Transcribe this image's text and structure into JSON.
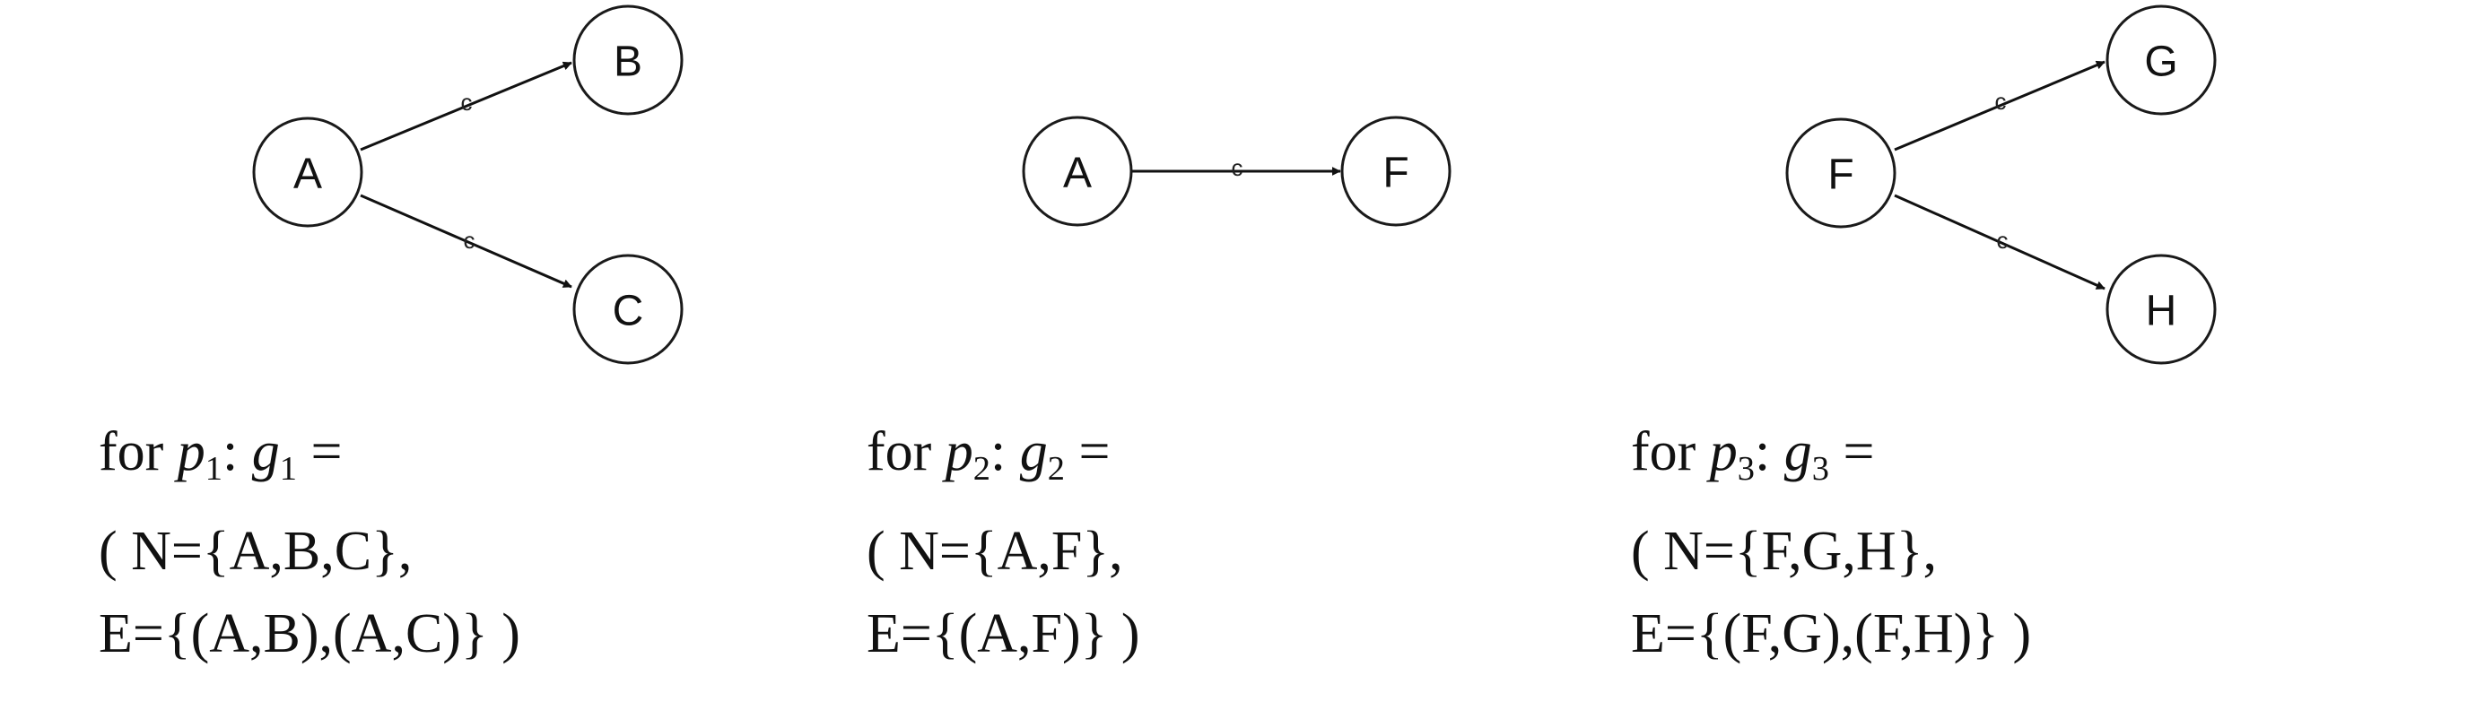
{
  "panels": [
    {
      "nodes": [
        {
          "id": "A",
          "label": "A"
        },
        {
          "id": "B",
          "label": "B"
        },
        {
          "id": "C",
          "label": "C"
        }
      ],
      "edges": [
        {
          "from": "A",
          "to": "B",
          "mark": "c"
        },
        {
          "from": "A",
          "to": "C",
          "mark": "c"
        }
      ],
      "caption": {
        "prefix": "for ",
        "path_var": "p",
        "path_sub": "1",
        "colon": ": ",
        "graph_var": "g",
        "graph_sub": "1",
        "equals": " =",
        "nodes_line": "( N={A,B,C},",
        "edges_line": "E={(A,B),(A,C)} )"
      }
    },
    {
      "nodes": [
        {
          "id": "A",
          "label": "A"
        },
        {
          "id": "F",
          "label": "F"
        }
      ],
      "edges": [
        {
          "from": "A",
          "to": "F",
          "mark": "c"
        }
      ],
      "caption": {
        "prefix": "for ",
        "path_var": "p",
        "path_sub": "2",
        "colon": ": ",
        "graph_var": "g",
        "graph_sub": "2",
        "equals": " =",
        "nodes_line": "( N={A,F},",
        "edges_line": "E={(A,F)} )"
      }
    },
    {
      "nodes": [
        {
          "id": "F",
          "label": "F"
        },
        {
          "id": "G",
          "label": "G"
        },
        {
          "id": "H",
          "label": "H"
        }
      ],
      "edges": [
        {
          "from": "F",
          "to": "G",
          "mark": "c"
        },
        {
          "from": "F",
          "to": "H",
          "mark": "c"
        }
      ],
      "caption": {
        "prefix": "for ",
        "path_var": "p",
        "path_sub": "3",
        "colon": ": ",
        "graph_var": "g",
        "graph_sub": "3",
        "equals": " =",
        "nodes_line": "( N={F,G,H},",
        "edges_line": "E={(F,G),(F,H)} )"
      }
    }
  ]
}
